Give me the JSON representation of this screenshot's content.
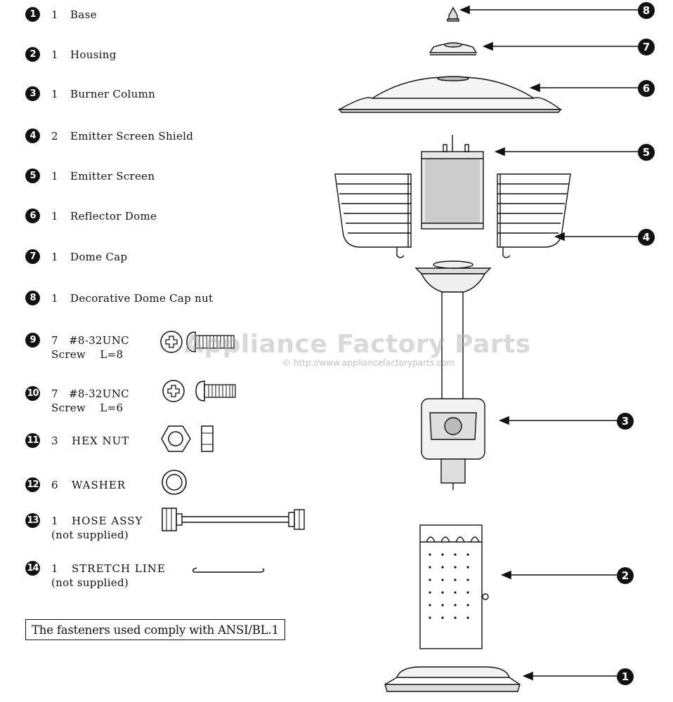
{
  "parts": [
    {
      "badge": "1",
      "qty": "1",
      "name": "Base"
    },
    {
      "badge": "2",
      "qty": "1",
      "name": "Housing"
    },
    {
      "badge": "3",
      "qty": "1",
      "name": "Burner Column"
    },
    {
      "badge": "4",
      "qty": "2",
      "name": "Emitter Screen Shield"
    },
    {
      "badge": "5",
      "qty": "1",
      "name": "Emitter Screen"
    },
    {
      "badge": "6",
      "qty": "1",
      "name": "Reflector Dome"
    },
    {
      "badge": "7",
      "qty": "1",
      "name": "Dome Cap"
    },
    {
      "badge": "8",
      "qty": "1",
      "name": "Decorative Dome Cap nut"
    },
    {
      "badge": "9",
      "qty": "7",
      "name": "#8-32UNC",
      "sub": "Screw    L=8"
    },
    {
      "badge": "10",
      "qty": "7",
      "name": "#8-32UNC",
      "sub": "Screw    L=6"
    },
    {
      "badge": "11",
      "qty": "3",
      "name": "HEX NUT"
    },
    {
      "badge": "12",
      "qty": "6",
      "name": "WASHER"
    },
    {
      "badge": "13",
      "qty": "1",
      "name": "HOSE ASSY",
      "sub": "(not supplied)"
    },
    {
      "badge": "14",
      "qty": "1",
      "name": "STRETCH LINE",
      "sub": "(not supplied)"
    }
  ],
  "note": "The fasteners used comply with ANSI/BL.1",
  "callouts": [
    "8",
    "7",
    "6",
    "5",
    "4",
    "3",
    "2",
    "1"
  ],
  "watermark": {
    "title": "Appliance Factory Parts",
    "url": "© http://www.appliancefactoryparts.com"
  }
}
